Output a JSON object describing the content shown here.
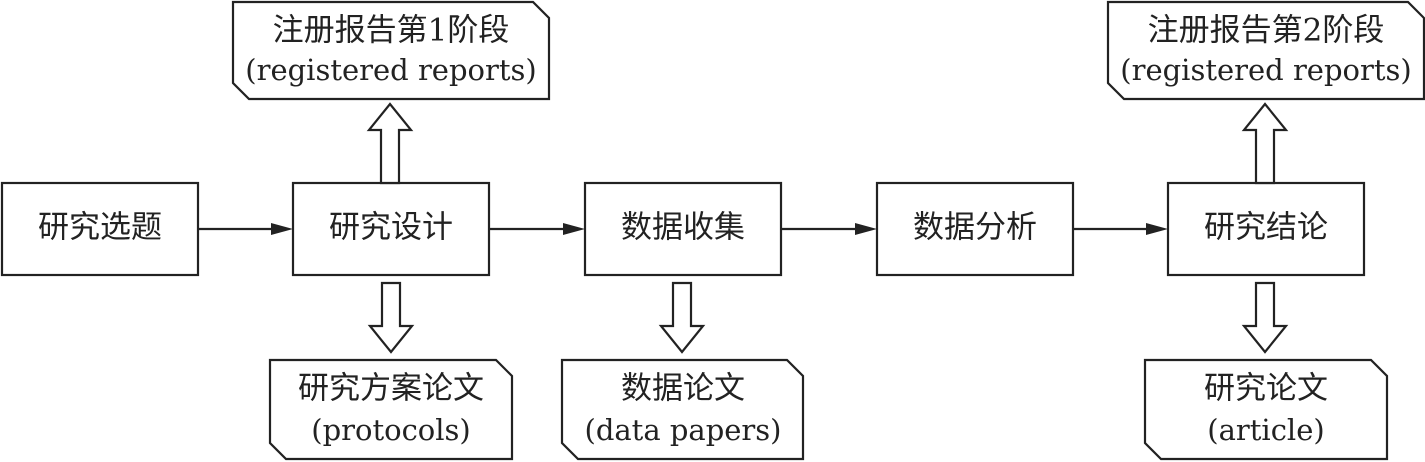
{
  "process_steps": [
    {
      "label": "研究选题"
    },
    {
      "label": "研究设计"
    },
    {
      "label": "数据收集"
    },
    {
      "label": "数据分析"
    },
    {
      "label": "研究结论"
    }
  ],
  "outputs": {
    "stage1": {
      "line1": "注册报告第1阶段",
      "line2": "(registered reports)"
    },
    "stage2": {
      "line1": "注册报告第2阶段",
      "line2": "(registered reports)"
    },
    "protocols": {
      "line1": "研究方案论文",
      "line2": "(protocols)"
    },
    "data_papers": {
      "line1": "数据论文",
      "line2": "(data papers)"
    },
    "article": {
      "line1": "研究论文",
      "line2": "(article)"
    }
  }
}
